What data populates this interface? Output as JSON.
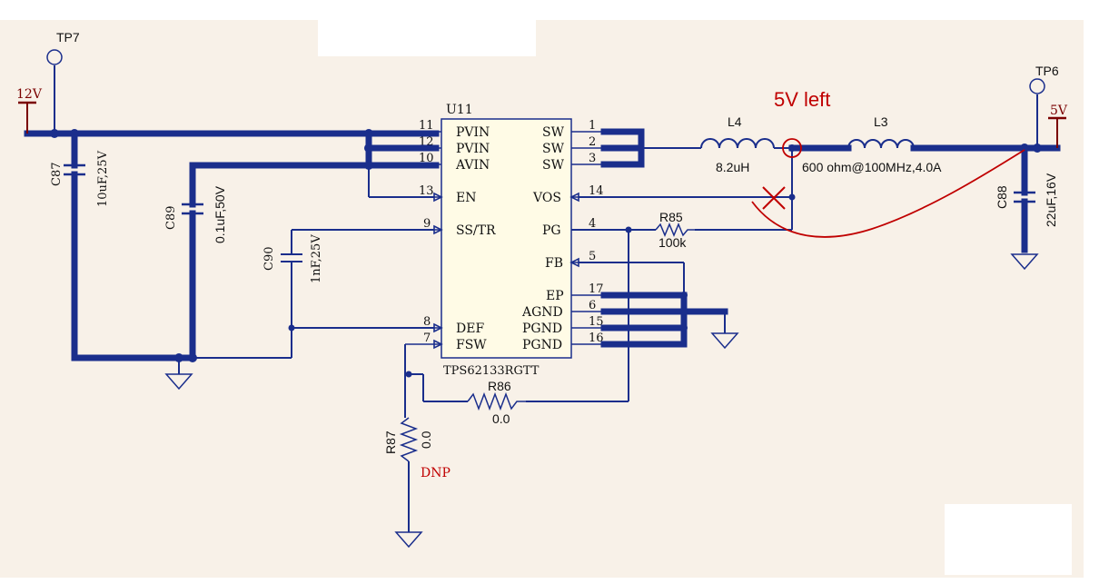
{
  "colors": {
    "wire": "#1a2e8c",
    "chip_fill": "#fffbe6",
    "annotation": "#c00000",
    "background": "#f8f1e8"
  },
  "chip": {
    "ref": "U11",
    "part": "TPS62133RGTT",
    "left_pins": [
      {
        "num": "11",
        "name": "PVIN"
      },
      {
        "num": "12",
        "name": "PVIN"
      },
      {
        "num": "10",
        "name": "AVIN"
      },
      {
        "num": "13",
        "name": "EN"
      },
      {
        "num": "9",
        "name": "SS/TR"
      },
      {
        "num": "8",
        "name": "DEF"
      },
      {
        "num": "7",
        "name": "FSW"
      }
    ],
    "right_pins": [
      {
        "num": "1",
        "name": "SW"
      },
      {
        "num": "2",
        "name": "SW"
      },
      {
        "num": "3",
        "name": "SW"
      },
      {
        "num": "14",
        "name": "VOS"
      },
      {
        "num": "4",
        "name": "PG"
      },
      {
        "num": "5",
        "name": "FB"
      },
      {
        "num": "17",
        "name": "EP"
      },
      {
        "num": "6",
        "name": "AGND"
      },
      {
        "num": "15",
        "name": "PGND"
      },
      {
        "num": "16",
        "name": "PGND"
      }
    ]
  },
  "test_points": {
    "tp7": "TP7",
    "tp6": "TP6"
  },
  "power_rails": {
    "input": "12V",
    "output": "5V"
  },
  "components": {
    "c87": {
      "ref": "C87",
      "value": "10uF,25V"
    },
    "c89": {
      "ref": "C89",
      "value": "0.1uF,50V"
    },
    "c90": {
      "ref": "C90",
      "value": "1nF,25V"
    },
    "c88": {
      "ref": "C88",
      "value": "22uF,16V"
    },
    "l4": {
      "ref": "L4",
      "value": "8.2uH"
    },
    "l3": {
      "ref": "L3",
      "value": "600 ohm@100MHz,4.0A"
    },
    "r85": {
      "ref": "R85",
      "value": "100k"
    },
    "r86": {
      "ref": "R86",
      "value": "0.0"
    },
    "r87": {
      "ref": "R87",
      "value": "0.0"
    }
  },
  "annotations": {
    "left_note": "5V left",
    "dnp": "DNP"
  }
}
